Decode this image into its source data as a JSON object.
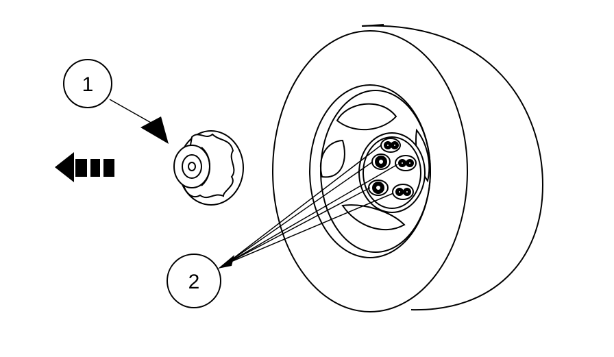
{
  "callouts": [
    {
      "id": "callout-1",
      "label": "1"
    },
    {
      "id": "callout-2",
      "label": "2"
    }
  ],
  "colors": {
    "ink": "#000000",
    "paper": "#ffffff"
  },
  "icons": [
    "removal-direction-arrow-icon",
    "hub-cap-icon",
    "wheel-icon",
    "lug-nut-icon"
  ]
}
